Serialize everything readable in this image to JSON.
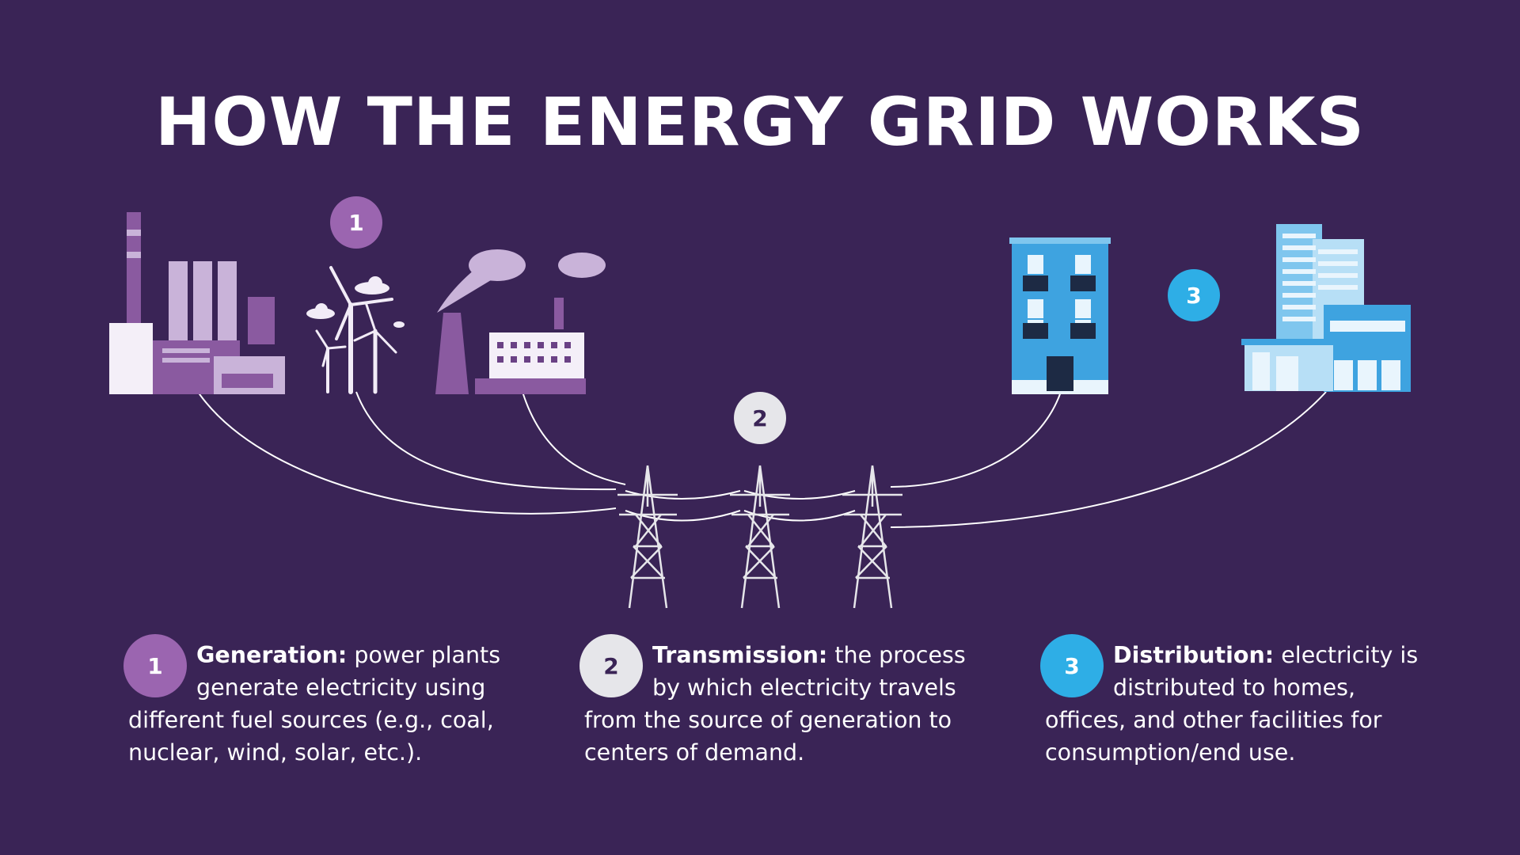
{
  "title": "HOW THE ENERGY GRID WORKS",
  "badges": {
    "one": "1",
    "two": "2",
    "three": "3"
  },
  "steps": [
    {
      "number": "1",
      "heading": "Generation:",
      "text": " power plants generate electricity using different fuel sources (e.g., coal, nuclear, wind, solar, etc.)."
    },
    {
      "number": "2",
      "heading": "Transmission:",
      "text": " the process by which electricity travels from the source of generation to centers of demand."
    },
    {
      "number": "3",
      "heading": "Distribution:",
      "text": " electricity is distributed to homes, offices, and other facilities for consumption/end use."
    }
  ],
  "colors": {
    "background": "#3a2456",
    "generation": "#9b65b0",
    "transmission": "#e6e6ea",
    "distribution": "#2eaee6"
  }
}
